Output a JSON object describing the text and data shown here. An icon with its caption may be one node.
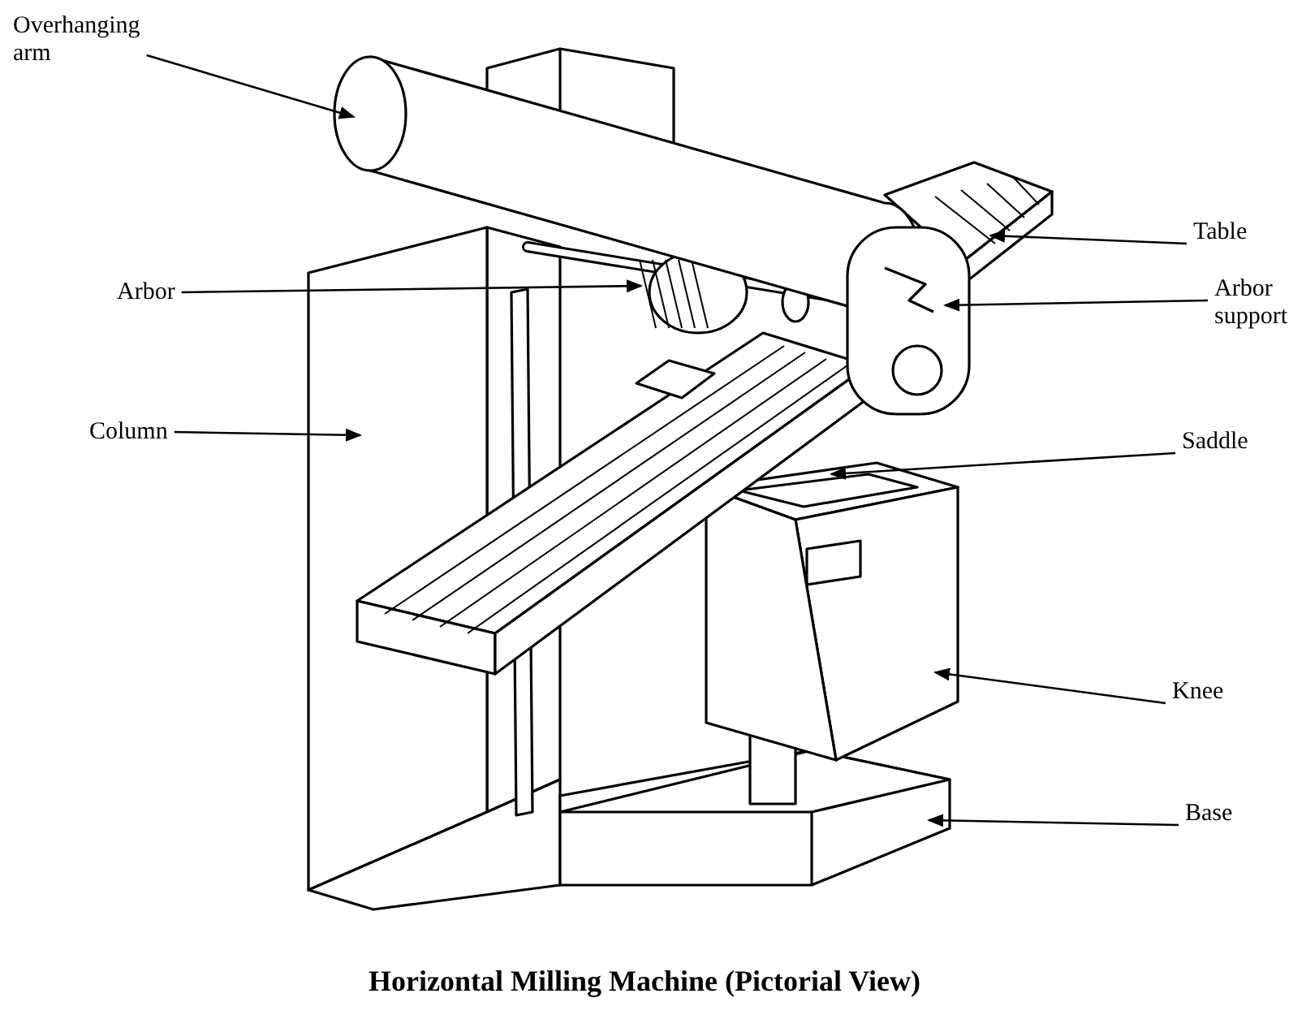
{
  "diagram": {
    "caption": "Horizontal Milling Machine (Pictorial View)",
    "nodes": [
      {
        "text": [
          "Overhanging arm"
        ]
      },
      {
        "text": [
          "Arbor"
        ]
      },
      {
        "text": [
          "Column"
        ]
      },
      {
        "text": [
          "Table"
        ]
      },
      {
        "text": [
          "Arbor support"
        ]
      },
      {
        "text": [
          "Saddle"
        ]
      },
      {
        "text": [
          "Knee"
        ]
      },
      {
        "text": [
          "Base"
        ]
      }
    ],
    "edges": [
      {
        "from": 0,
        "to": null,
        "arrow": "to"
      },
      {
        "from": 1,
        "to": null,
        "arrow": "to"
      },
      {
        "from": 2,
        "to": null,
        "arrow": "to"
      },
      {
        "from": 3,
        "to": null,
        "arrow": "to"
      },
      {
        "from": 4,
        "to": null,
        "arrow": "to"
      },
      {
        "from": 5,
        "to": null,
        "arrow": "to"
      },
      {
        "from": 6,
        "to": null,
        "arrow": "to"
      },
      {
        "from": 7,
        "to": null,
        "arrow": "to"
      }
    ]
  }
}
